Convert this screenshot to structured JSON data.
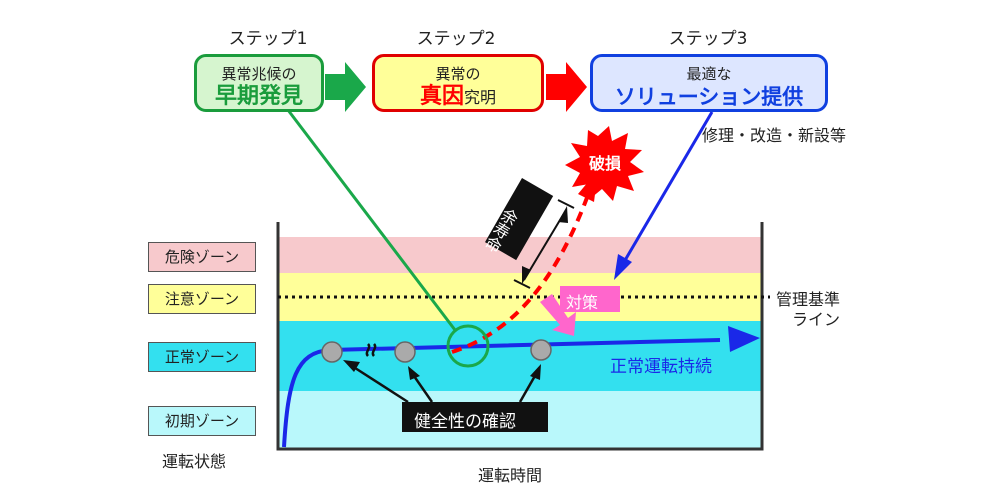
{
  "steps": [
    {
      "label": "ステップ1",
      "line1": "異常兆候の",
      "line2": "早期発見",
      "line2_color": "#1a9c3c",
      "fill": "#d6f5cf",
      "border": "#1a9c3c"
    },
    {
      "label": "ステップ2",
      "line1": "異常の",
      "line2_main": "真因",
      "line2_rest": "究明",
      "line2_color": "#ff0000",
      "fill": "#ffff99",
      "border": "#e00000"
    },
    {
      "label": "ステップ3",
      "line1": "最適な",
      "line2": "ソリューション提供",
      "line2_color": "#1040e0",
      "fill": "#dde6ff",
      "border": "#1040e0"
    }
  ],
  "step3_note": "修理・改造・新設等",
  "zones": [
    {
      "label": "危険ゾーン",
      "fill": "#f7c9cc"
    },
    {
      "label": "注意ゾーン",
      "fill": "#ffff99"
    },
    {
      "label": "正常ゾーン",
      "fill": "#33e0ef"
    },
    {
      "label": "初期ゾーン",
      "fill": "#b9f8fb"
    }
  ],
  "y_axis_label": "運転状態",
  "x_axis_label": "運転時間",
  "threshold_label_line1": "管理基準",
  "threshold_label_line2": "ライン",
  "remaining_life_label": "余寿命",
  "failure_label": "破損",
  "countermeasure_label": "対策",
  "continued_operation_label": "正常運転持続",
  "health_check_label": "健全性の確認",
  "colors": {
    "green_arrow": "#1aa84a",
    "red_arrow": "#ff0000",
    "blue": "#1a28e8",
    "pink": "#ff66cc"
  }
}
